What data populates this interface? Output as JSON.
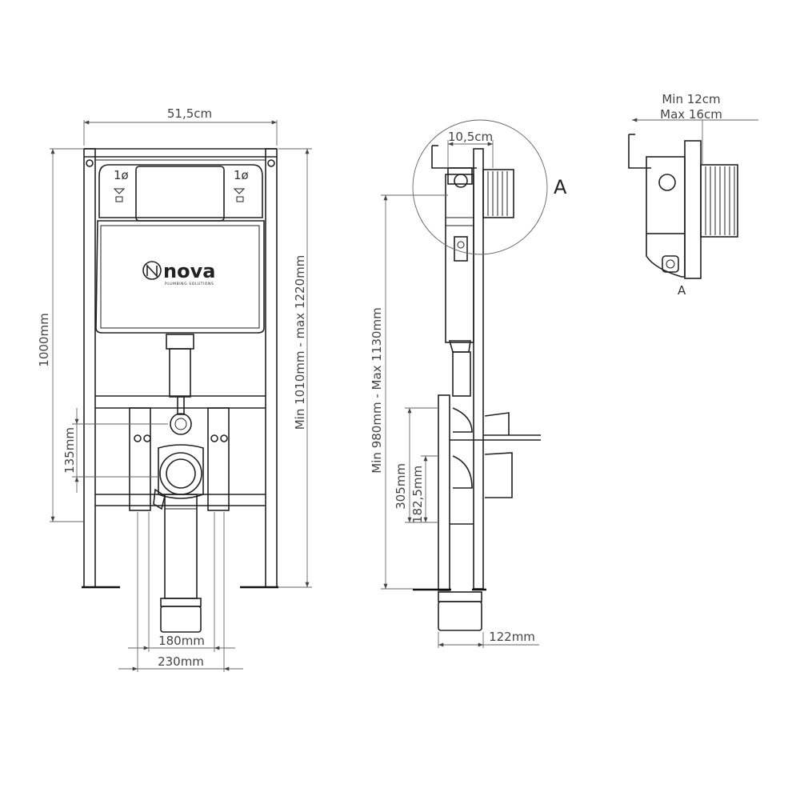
{
  "front_view": {
    "dims": {
      "width_top": "51,5cm",
      "height_left": "1000mm",
      "height_right": "Min 1010mm - max 1220mm",
      "offset_left": "135mm",
      "pipe_inner": "180mm",
      "pipe_outer": "230mm"
    },
    "logo": {
      "name": "nova",
      "tagline": "PLUMBING SOLUTIONS"
    },
    "cistern_marks": {
      "left": "1ø",
      "right": "1ø"
    }
  },
  "side_view": {
    "dims": {
      "depth_top": "10,5cm",
      "height": "Min 980mm - Max 1130mm",
      "height_a": "305mm",
      "height_b": "182,5mm",
      "depth_bottom": "122mm"
    },
    "detail_callout": "A"
  },
  "detail_view": {
    "dims": {
      "line1": "Min 12cm",
      "line2": "Max 16cm"
    },
    "label": "A"
  }
}
